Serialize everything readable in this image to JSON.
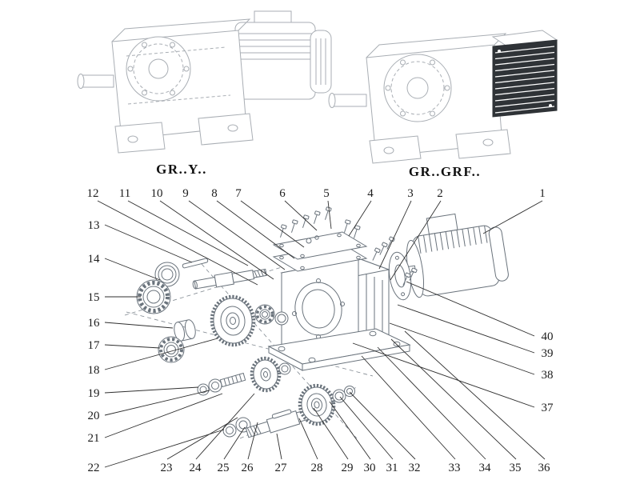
{
  "titles": {
    "left": "GR..Y..",
    "right": "GR..GRF.."
  },
  "callouts": {
    "top": [
      "12",
      "11",
      "10",
      "9",
      "8",
      "7",
      "6",
      "5",
      "4",
      "3",
      "2",
      "1"
    ],
    "left": [
      "13",
      "14",
      "15",
      "16",
      "17",
      "18",
      "19",
      "20",
      "21",
      "22"
    ],
    "bottom": [
      "23",
      "24",
      "25",
      "26",
      "27",
      "28",
      "29",
      "30",
      "31",
      "32",
      "33",
      "34",
      "35",
      "36"
    ],
    "right": [
      "40",
      "39",
      "38",
      "37"
    ]
  },
  "diagram": {
    "line_color": "#6a737c",
    "photo_line_color": "#a9aeb4",
    "leader_color": "#2f2f2f",
    "accent_dark": "#2f3337"
  }
}
